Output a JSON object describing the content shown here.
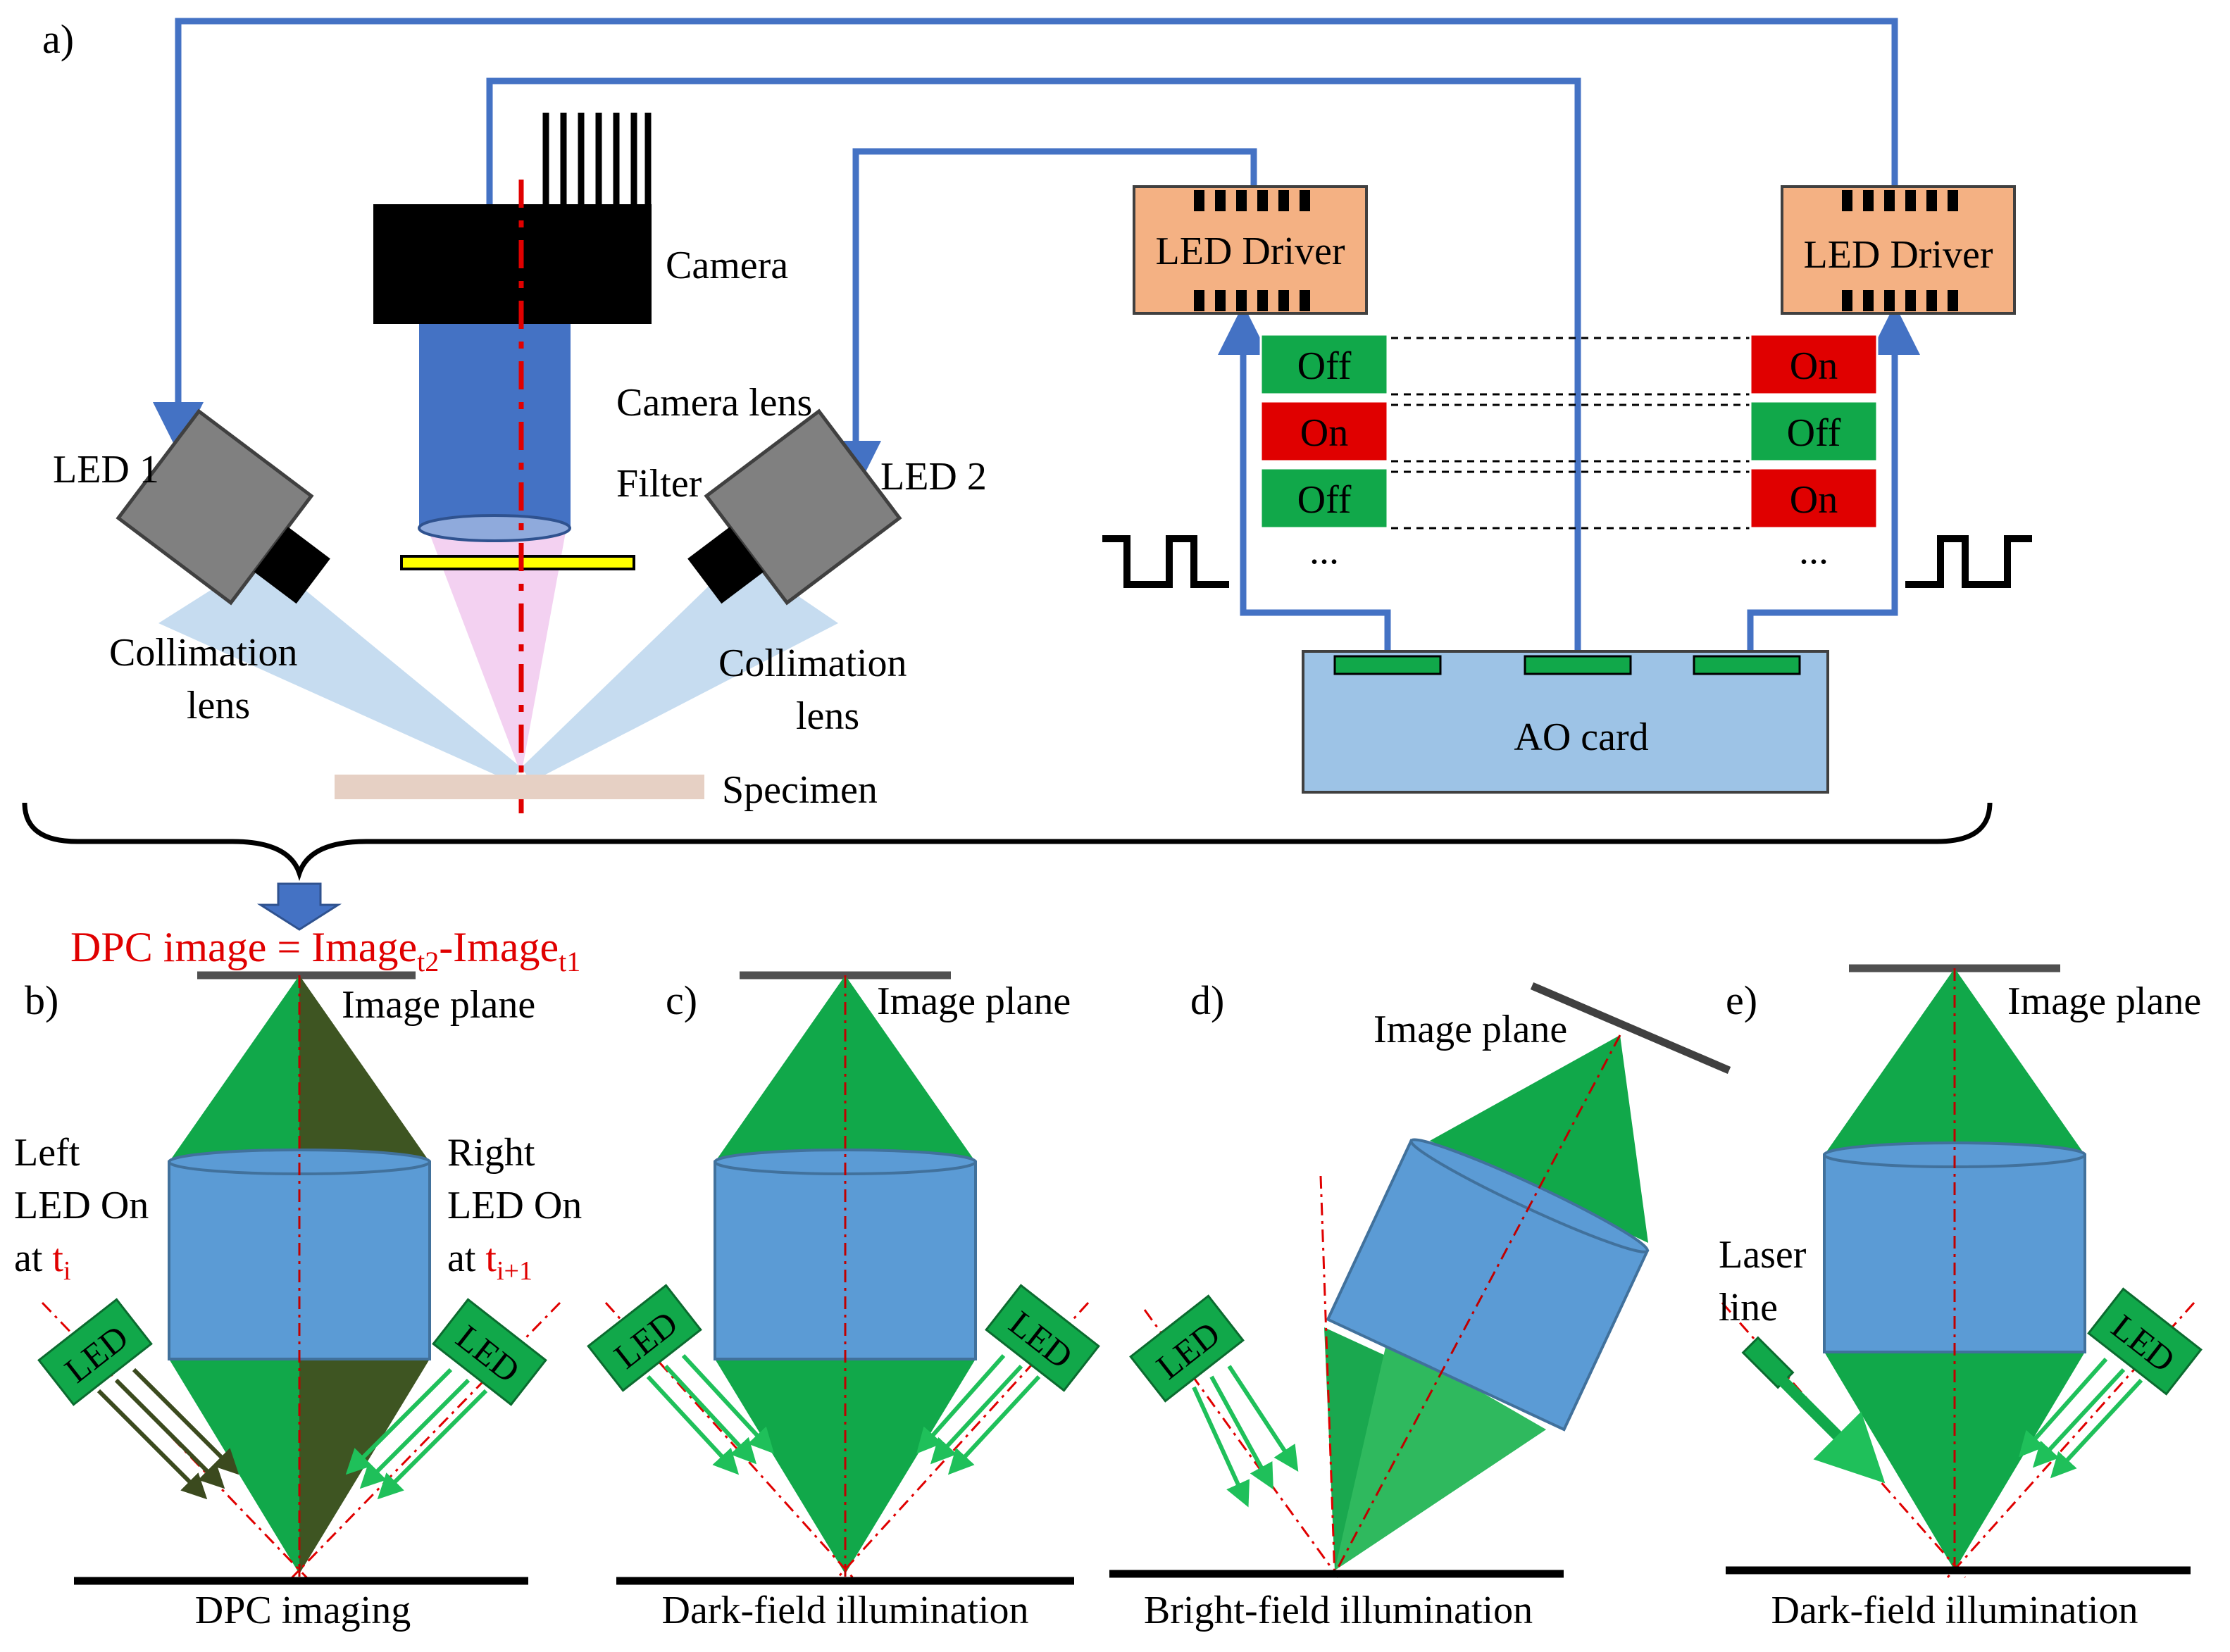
{
  "panel_a": {
    "label": "a)",
    "camera": "Camera",
    "camera_lens": "Camera lens",
    "filter": "Filter",
    "led1": "LED 1",
    "led2": "LED 2",
    "collimation_left": [
      "Collimation",
      "lens"
    ],
    "collimation_right": [
      "Collimation",
      "lens"
    ],
    "specimen": "Specimen",
    "led_driver_left": "LED Driver",
    "led_driver_right": "LED Driver",
    "ao_card": "AO card",
    "states_left": [
      "Off",
      "On",
      "Off"
    ],
    "states_right": [
      "On",
      "Off",
      "On"
    ],
    "ellipsis": "...",
    "colors": {
      "on": "#e00000",
      "off": "#11a84a",
      "driver": "#f4b183",
      "wire": "#4472c4",
      "ao": "#9dc3e6"
    }
  },
  "dpc_formula": {
    "lhs": "DPC image = Image",
    "sub1": "t2",
    "mid": "-Image",
    "sub2": "t1"
  },
  "panel_b": {
    "label": "b)",
    "image_plane": "Image plane",
    "left_text": [
      "Left",
      "LED On",
      "at "
    ],
    "left_time": "t",
    "left_sub": "i",
    "right_text": [
      "Right",
      "LED On",
      "at "
    ],
    "right_time": "t",
    "right_sub": "i+1",
    "led": "LED",
    "caption": "DPC imaging"
  },
  "panel_c": {
    "label": "c)",
    "image_plane": "Image plane",
    "led": "LED",
    "caption": "Dark-field illumination"
  },
  "panel_d": {
    "label": "d)",
    "image_plane": "Image plane",
    "led": "LED",
    "caption": "Bright-field illumination"
  },
  "panel_e": {
    "label": "e)",
    "image_plane": "Image plane",
    "laser": [
      "Laser",
      "line"
    ],
    "led": "LED",
    "caption": "Dark-field illumination"
  }
}
